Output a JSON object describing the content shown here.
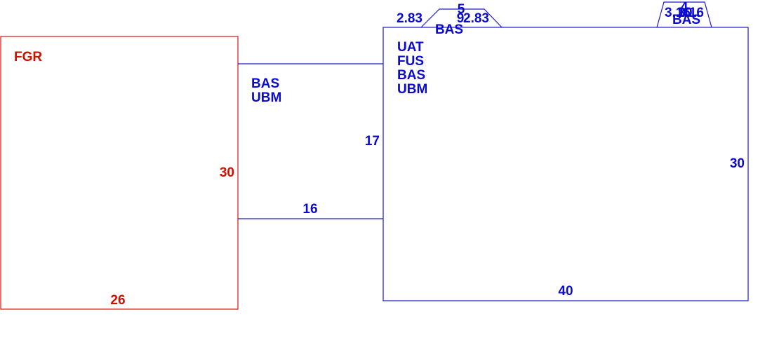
{
  "colors": {
    "garage": "#dd1111",
    "house": "#1a1acc"
  },
  "garage": {
    "code": "FGR",
    "width_label": "26",
    "depth_label": "30"
  },
  "connector": {
    "codes": [
      "BAS",
      "UBM"
    ],
    "width_label": "16",
    "depth_label": "17"
  },
  "main_house": {
    "codes": [
      "UAT",
      "FUS",
      "BAS",
      "UBM"
    ],
    "width_label": "40",
    "depth_label": "30"
  },
  "bay_left": {
    "left_label": "2.83",
    "top_label": "5",
    "middle_label": "9",
    "right_label": "2.83",
    "code": "BAS"
  },
  "bay_right": {
    "left_label": "3.16",
    "top_label": "4",
    "middle_label": "10",
    "right_label": "3.16",
    "code": "BAS"
  }
}
